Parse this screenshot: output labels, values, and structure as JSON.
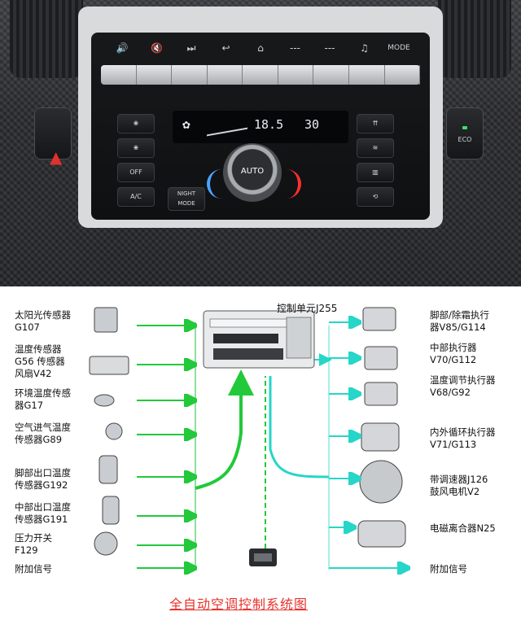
{
  "photo": {
    "top_icons": [
      "🔊",
      "🔇",
      "⏭",
      "↩",
      "⌂",
      "---",
      "---",
      "♫"
    ],
    "mode_label": "MODE",
    "temp_left": "18.5",
    "temp_right": "30",
    "buttons_left": [
      "❀",
      "❀",
      "OFF",
      "A/C"
    ],
    "night_mode": "NIGHT MODE",
    "knob_label": "AUTO",
    "eco_label": "ECO"
  },
  "diagram": {
    "controller_label": "控制单元J255",
    "inputs": [
      "太阳光传感器\nG107",
      "温度传感器\nG56 传感器\n风扇V42",
      "环境温度传感\n器G17",
      "空气进气温度\n传感器G89",
      "脚部出口温度\n传感器G192",
      "中部出口温度\n传感器G191",
      "压力开关\nF129",
      "附加信号"
    ],
    "outputs": [
      "脚部/除霜执行\n器V85/G114",
      "中部执行器\nV70/G112",
      "温度调节执行器\nV68/G92",
      "内外循环执行器\nV71/G113",
      "带调速器J126\n鼓风电机V2",
      "电磁离合器N25",
      "附加信号"
    ],
    "caption": "全自动空调控制系统图",
    "input_arrow_color": "#22c93a",
    "output_arrow_color": "#26d6c8"
  }
}
